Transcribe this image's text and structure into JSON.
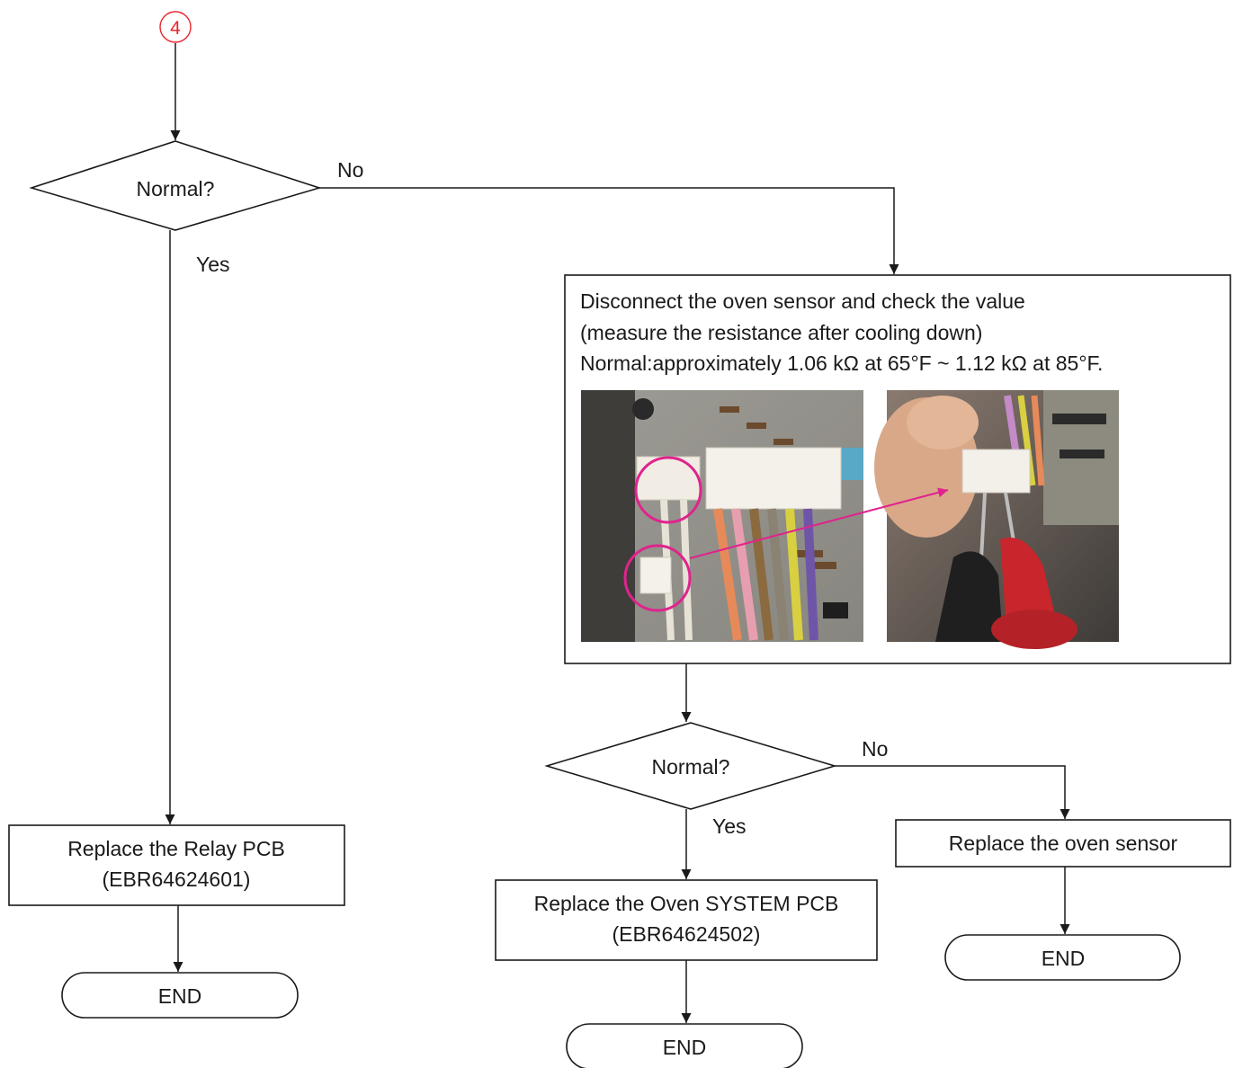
{
  "connector": {
    "label": "4",
    "color": "#e8242c"
  },
  "decision_1": {
    "label": "Normal?",
    "no_label": "No",
    "yes_label": "Yes"
  },
  "check_box": {
    "line1": "Disconnect the oven sensor and check the  value",
    "line2": "(measure the resistance after cooling down)",
    "line3": "Normal:approximately 1.06 kΩ at 65°F ~ 1.12 kΩ at 85°F.",
    "highlight_color": "#e0238e"
  },
  "decision_2": {
    "label": "Normal?",
    "no_label": "No",
    "yes_label": "Yes"
  },
  "relay_box": {
    "line1": "Replace the Relay PCB",
    "line2": "(EBR64624601)"
  },
  "oven_system_box": {
    "line1": "Replace the Oven SYSTEM PCB",
    "line2": "(EBR64624502)"
  },
  "sensor_box": {
    "line1": "Replace the oven sensor"
  },
  "end_labels": {
    "left": "END",
    "middle": "END",
    "right": "END"
  }
}
